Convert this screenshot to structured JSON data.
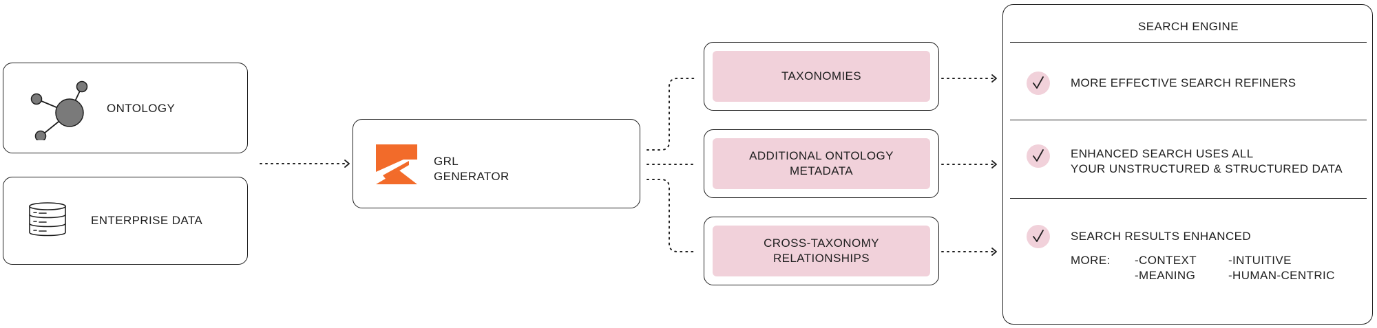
{
  "inputs": {
    "ontology_label": "ONTOLOGY",
    "enterprise_label": "ENTERPRISE DATA"
  },
  "generator": {
    "line1": "GRL",
    "line2": "GENERATOR",
    "logo_color": "#f26b2a"
  },
  "outputs": [
    {
      "label": "TAXONOMIES"
    },
    {
      "label": "ADDITIONAL ONTOLOGY\nMETADATA"
    },
    {
      "label": "CROSS-TAXONOMY\nRELATIONSHIPS"
    }
  ],
  "search_engine": {
    "title": "SEARCH ENGINE",
    "item1": "MORE EFFECTIVE SEARCH REFINERS",
    "item2_line1": "ENHANCED SEARCH USES ALL",
    "item2_line2": "YOUR UNSTRUCTURED & STRUCTURED DATA",
    "item3": "SEARCH RESULTS ENHANCED",
    "more_label": "MORE:",
    "more_col1": [
      "-CONTEXT",
      "-MEANING"
    ],
    "more_col2": [
      "-INTUITIVE",
      "-HUMAN-CENTRIC"
    ]
  },
  "colors": {
    "accent_pink": "#f1d1da",
    "stroke": "#1e1e1e",
    "node_gray": "#7a7a7a"
  },
  "icons": [
    "ontology-graph-icon",
    "database-icon",
    "grl-logo-icon",
    "checkmark-icon"
  ]
}
